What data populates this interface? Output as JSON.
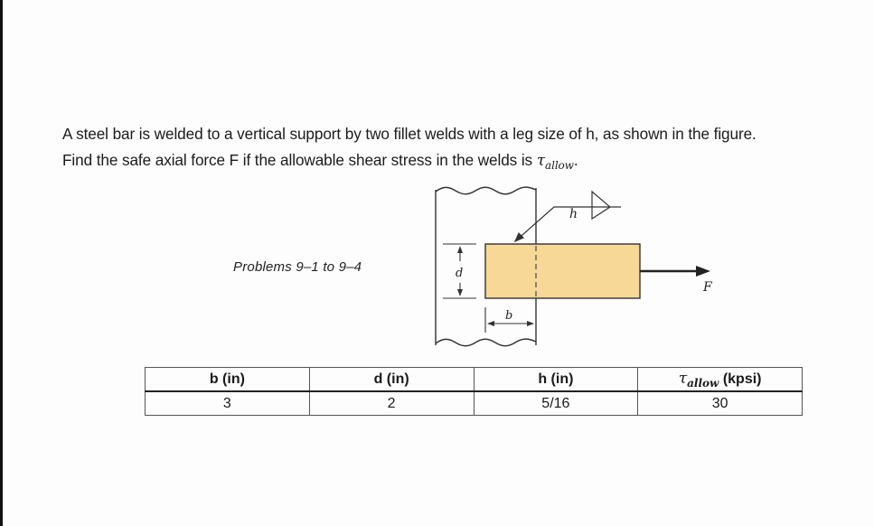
{
  "problem": {
    "line1": "A steel bar is welded to a vertical support by two fillet welds with a leg size of h, as shown in the figure.",
    "line2_prefix": "Find the safe axial force F if the allowable shear stress in the welds is ",
    "tau_symbol": "τ",
    "tau_subscript": "allow",
    "line2_suffix": "."
  },
  "figure": {
    "caption": "Problems 9–1 to 9–4",
    "labels": {
      "h": "h",
      "d": "d",
      "b": "b",
      "F": "F"
    },
    "colors": {
      "bar_fill": "#f8d896",
      "line": "#333333"
    }
  },
  "table": {
    "headers": [
      {
        "label": "b (in)"
      },
      {
        "label": "d (in)"
      },
      {
        "label": "h (in)"
      },
      {
        "symbol": "τ",
        "subscript": "allow",
        "unit": " (kpsi)"
      }
    ],
    "rows": [
      [
        "3",
        "2",
        "5/16",
        "30"
      ]
    ]
  }
}
